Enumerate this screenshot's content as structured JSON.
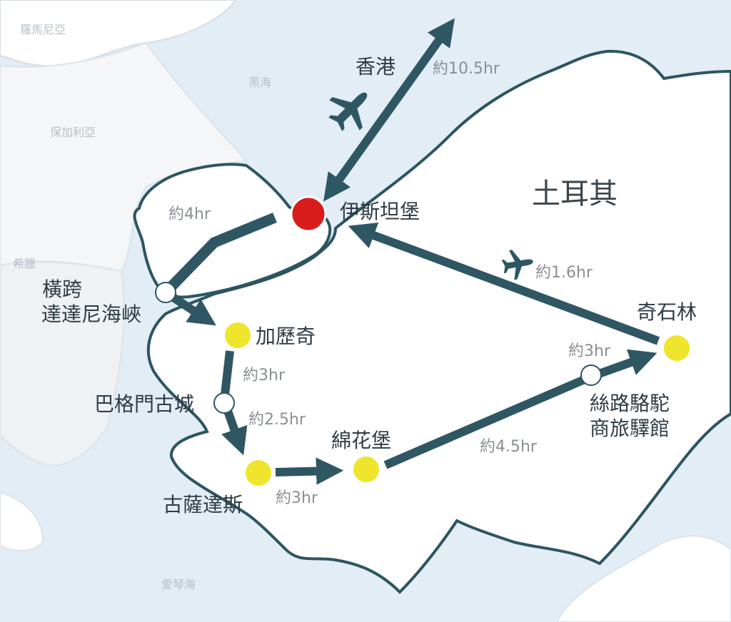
{
  "labels": {
    "hongkong": "香港",
    "istanbul": "伊斯坦堡",
    "turkey": "土耳其",
    "dardanelles_1": "橫跨",
    "dardanelles_2": "達達尼海峽",
    "gallipoli": "加歷奇",
    "pergamon": "巴格門古城",
    "kusadasi": "古薩達斯",
    "pamukkale": "綿花堡",
    "caravanserai_1": "絲路駱駝",
    "caravanserai_2": "商旅驛館",
    "cappadocia": "奇石林"
  },
  "durations": {
    "flight_hk": "約10.5hr",
    "istanbul_dardanelles": "約4hr",
    "dardanelles_gallipoli": "約3hr",
    "gallipoli_kusadasi": "約2.5hr",
    "kusadasi_pamukkale": "約3hr",
    "pamukkale_caravanserai": "約4.5hr",
    "caravanserai_cappadocia": "約3hr",
    "flight_cappadocia": "約1.6hr"
  },
  "faint_labels": {
    "romania": "羅馬尼亞",
    "blacksea": "黑海",
    "bulgaria": "保加利亞",
    "greece": "希臘",
    "aegean": "愛琴海"
  },
  "colors": {
    "route": "#2f5763",
    "start_stop": "#d81b1b",
    "main_stop": "#efe52c",
    "via_stop": "#ffffff",
    "land": "#ffffff",
    "sea": "#e2edf5",
    "coast": "#2d5560"
  },
  "icons": [
    "airplane-icon",
    "airplane-icon"
  ]
}
